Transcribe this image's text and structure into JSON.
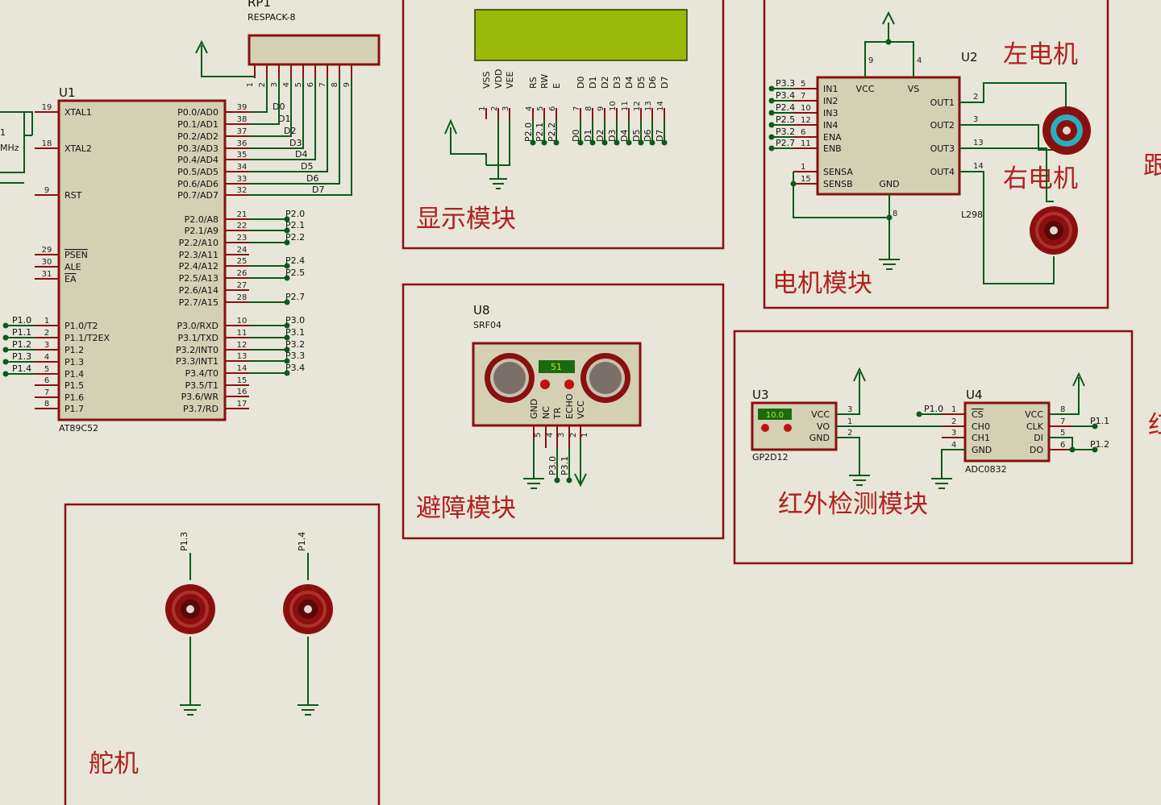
{
  "modules": {
    "display": "显示模块",
    "motor": "电机模块",
    "avoid": "避障模块",
    "infrared": "红外检测模块",
    "servo": "舵机",
    "left_motor": "左电机",
    "right_motor": "右电机",
    "edge_right_1": "跟",
    "edge_right_2": "红"
  },
  "u1": {
    "ref": "U1",
    "part": "AT89C52",
    "xtal_left": "1",
    "xtal_freq": "MHz",
    "left_pins": [
      {
        "num": "19",
        "name": "XTAL1"
      },
      {
        "num": "18",
        "name": "XTAL2"
      },
      {
        "num": "9",
        "name": "RST"
      },
      {
        "num": "29",
        "name": "PSEN"
      },
      {
        "num": "30",
        "name": "ALE"
      },
      {
        "num": "31",
        "name": "EA"
      },
      {
        "num": "1",
        "name": "P1.0/T2",
        "net": "P1.0"
      },
      {
        "num": "2",
        "name": "P1.1/T2EX",
        "net": "P1.1"
      },
      {
        "num": "3",
        "name": "P1.2",
        "net": "P1.2"
      },
      {
        "num": "4",
        "name": "P1.3",
        "net": "P1.3"
      },
      {
        "num": "5",
        "name": "P1.4",
        "net": "P1.4"
      },
      {
        "num": "6",
        "name": "P1.5"
      },
      {
        "num": "7",
        "name": "P1.6"
      },
      {
        "num": "8",
        "name": "P1.7"
      }
    ],
    "right_pins": [
      {
        "num": "39",
        "name": "P0.0/AD0",
        "net": "D0"
      },
      {
        "num": "38",
        "name": "P0.1/AD1",
        "net": "D1"
      },
      {
        "num": "37",
        "name": "P0.2/AD2",
        "net": "D2"
      },
      {
        "num": "36",
        "name": "P0.3/AD3",
        "net": "D3"
      },
      {
        "num": "35",
        "name": "P0.4/AD4",
        "net": "D4"
      },
      {
        "num": "34",
        "name": "P0.5/AD5",
        "net": "D5"
      },
      {
        "num": "33",
        "name": "P0.6/AD6",
        "net": "D6"
      },
      {
        "num": "32",
        "name": "P0.7/AD7",
        "net": "D7"
      },
      {
        "num": "21",
        "name": "P2.0/A8",
        "net": "P2.0"
      },
      {
        "num": "22",
        "name": "P2.1/A9",
        "net": "P2.1"
      },
      {
        "num": "23",
        "name": "P2.2/A10",
        "net": "P2.2"
      },
      {
        "num": "24",
        "name": "P2.3/A11"
      },
      {
        "num": "25",
        "name": "P2.4/A12",
        "net": "P2.4"
      },
      {
        "num": "26",
        "name": "P2.5/A13",
        "net": "P2.5"
      },
      {
        "num": "27",
        "name": "P2.6/A14"
      },
      {
        "num": "28",
        "name": "P2.7/A15",
        "net": "P2.7"
      },
      {
        "num": "10",
        "name": "P3.0/RXD",
        "net": "P3.0"
      },
      {
        "num": "11",
        "name": "P3.1/TXD",
        "net": "P3.1"
      },
      {
        "num": "12",
        "name": "P3.2/INT0",
        "net": "P3.2"
      },
      {
        "num": "13",
        "name": "P3.3/INT1",
        "net": "P3.3"
      },
      {
        "num": "14",
        "name": "P3.4/T0",
        "net": "P3.4"
      },
      {
        "num": "15",
        "name": "P3.5/T1"
      },
      {
        "num": "16",
        "name": "P3.6/WR"
      },
      {
        "num": "17",
        "name": "P3.7/RD"
      }
    ]
  },
  "rp1": {
    "ref": "RP1",
    "part": "RESPACK-8",
    "pins": [
      "1",
      "2",
      "3",
      "4",
      "5",
      "6",
      "7",
      "8",
      "9"
    ]
  },
  "lcd": {
    "pins": [
      {
        "name": "VSS",
        "num": "1"
      },
      {
        "name": "VDD",
        "num": "2"
      },
      {
        "name": "VEE",
        "num": "3"
      },
      {
        "name": "RS",
        "num": "4"
      },
      {
        "name": "RW",
        "num": "5"
      },
      {
        "name": "E",
        "num": "6"
      },
      {
        "name": "D0",
        "num": "7"
      },
      {
        "name": "D1",
        "num": "8"
      },
      {
        "name": "D2",
        "num": "9"
      },
      {
        "name": "D3",
        "num": "10"
      },
      {
        "name": "D4",
        "num": "11"
      },
      {
        "name": "D5",
        "num": "12"
      },
      {
        "name": "D6",
        "num": "13"
      },
      {
        "name": "D7",
        "num": "14"
      }
    ],
    "nets": [
      "P2.0",
      "P2.1",
      "P2.2",
      "D0",
      "D1",
      "D2",
      "D3",
      "D4",
      "D5",
      "D6",
      "D7"
    ]
  },
  "u2": {
    "ref": "U2",
    "part": "L298",
    "in_pins": [
      {
        "num": "5",
        "name": "IN1",
        "net": "P3.3"
      },
      {
        "num": "7",
        "name": "IN2",
        "net": "P3.4"
      },
      {
        "num": "10",
        "name": "IN3",
        "net": "P2.4"
      },
      {
        "num": "12",
        "name": "IN4",
        "net": "P2.5"
      },
      {
        "num": "6",
        "name": "ENA",
        "net": "P3.2"
      },
      {
        "num": "11",
        "name": "ENB",
        "net": "P2.7"
      }
    ],
    "sense_pins": [
      {
        "num": "1",
        "name": "SENSA"
      },
      {
        "num": "15",
        "name": "SENSB"
      }
    ],
    "top_pins": [
      {
        "num": "9",
        "name": "VCC"
      },
      {
        "num": "4",
        "name": "VS"
      }
    ],
    "gnd": {
      "num": "8",
      "name": "GND"
    },
    "out_pins": [
      {
        "num": "2",
        "name": "OUT1"
      },
      {
        "num": "3",
        "name": "OUT2"
      },
      {
        "num": "13",
        "name": "OUT3"
      },
      {
        "num": "14",
        "name": "OUT4"
      }
    ]
  },
  "u8": {
    "ref": "U8",
    "part": "SRF04",
    "display": "51",
    "pins": [
      {
        "name": "GND",
        "num": "5"
      },
      {
        "name": "NC",
        "num": "4"
      },
      {
        "name": "TR",
        "num": "3"
      },
      {
        "name": "ECHO",
        "num": "2"
      },
      {
        "name": "VCC",
        "num": "1"
      }
    ],
    "nets": [
      "P3.0",
      "P3.1"
    ]
  },
  "u3": {
    "ref": "U3",
    "part": "GP2D12",
    "display": "10.0",
    "pins": [
      {
        "name": "VCC",
        "num": "3"
      },
      {
        "name": "VO",
        "num": "1"
      },
      {
        "name": "GND",
        "num": "2"
      }
    ]
  },
  "u4": {
    "ref": "U4",
    "part": "ADC0832",
    "left_pins": [
      {
        "num": "1",
        "name": "CS",
        "net": "P1.0"
      },
      {
        "num": "2",
        "name": "CH0"
      },
      {
        "num": "3",
        "name": "CH1"
      },
      {
        "num": "4",
        "name": "GND"
      }
    ],
    "right_pins": [
      {
        "num": "8",
        "name": "VCC"
      },
      {
        "num": "7",
        "name": "CLK",
        "net": "P1.1"
      },
      {
        "num": "5",
        "name": "DI"
      },
      {
        "num": "6",
        "name": "DO",
        "net": "P1.2"
      }
    ]
  },
  "servo": {
    "nets": [
      "P1.3",
      "P1.4"
    ]
  },
  "colors": {
    "wire": "#0d5a1a",
    "border": "#8a1010",
    "label": "#b02020",
    "lcd": "#9ab808"
  }
}
